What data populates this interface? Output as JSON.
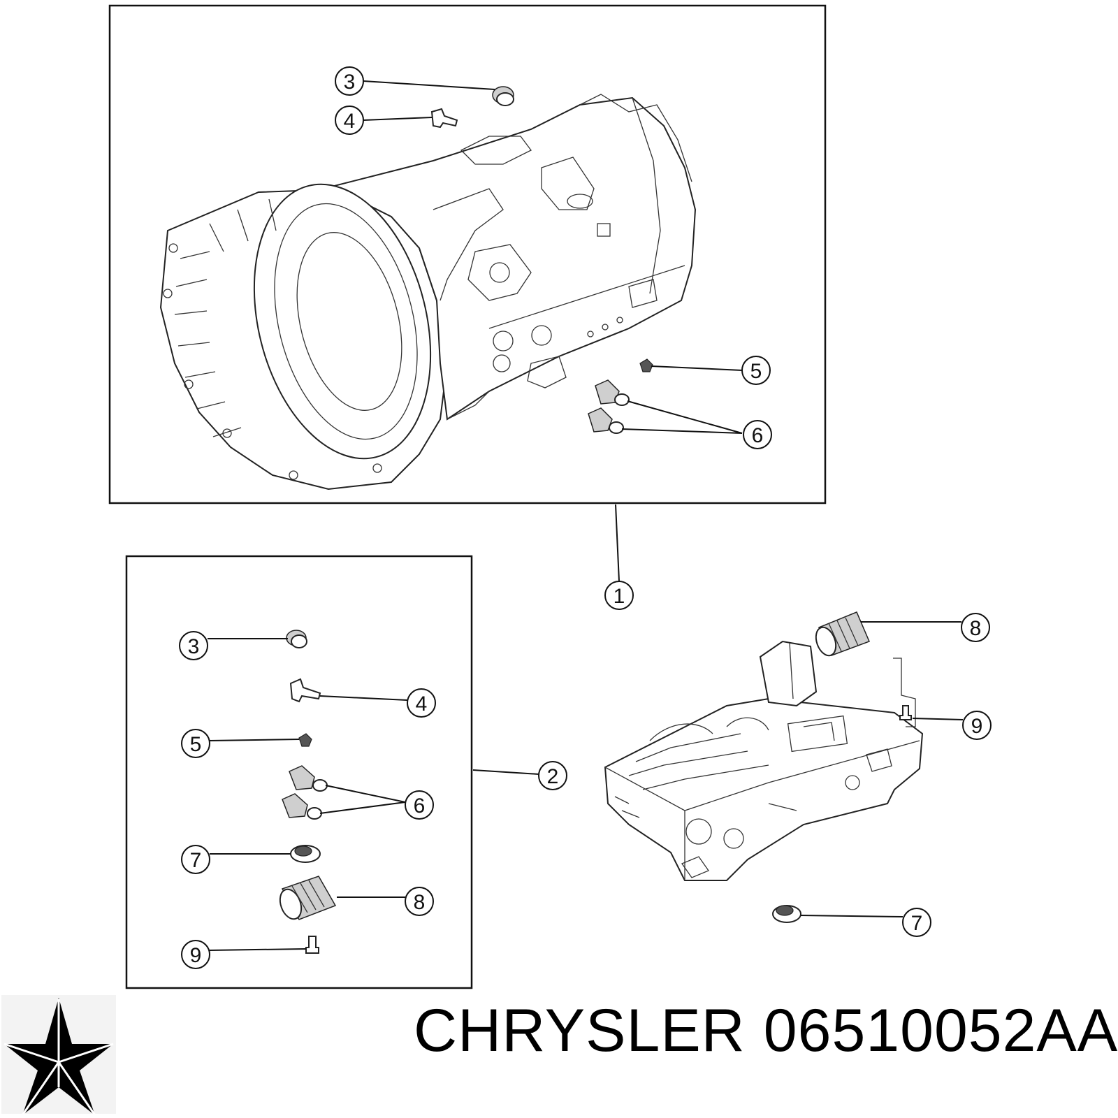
{
  "callouts": {
    "top_3": "3",
    "top_4": "4",
    "top_5": "5",
    "top_6": "6",
    "main_1": "1",
    "main_2": "2",
    "kit_3": "3",
    "kit_4": "4",
    "kit_5": "5",
    "kit_6": "6",
    "kit_7": "7",
    "kit_8": "8",
    "kit_9": "9",
    "vb_8": "8",
    "vb_9": "9",
    "vb_7": "7"
  },
  "brand": {
    "name": "CHRYSLER",
    "part_number": "06510052AA",
    "logo": "chrysler-pentastar-logo"
  }
}
